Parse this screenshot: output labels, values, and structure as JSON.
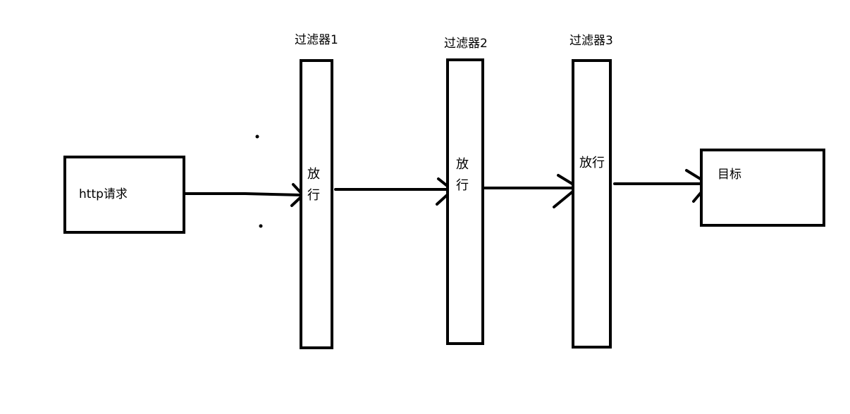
{
  "nodes": {
    "request": {
      "label": "http请求"
    },
    "filters": [
      {
        "title": "过滤器1",
        "action": [
          "放",
          "行"
        ]
      },
      {
        "title": "过滤器2",
        "action": [
          "放",
          "行"
        ]
      },
      {
        "title": "过滤器3",
        "action": "放行"
      }
    ],
    "target": {
      "label": "目标"
    }
  },
  "colors": {
    "stroke": "#000000",
    "background": "#ffffff"
  }
}
